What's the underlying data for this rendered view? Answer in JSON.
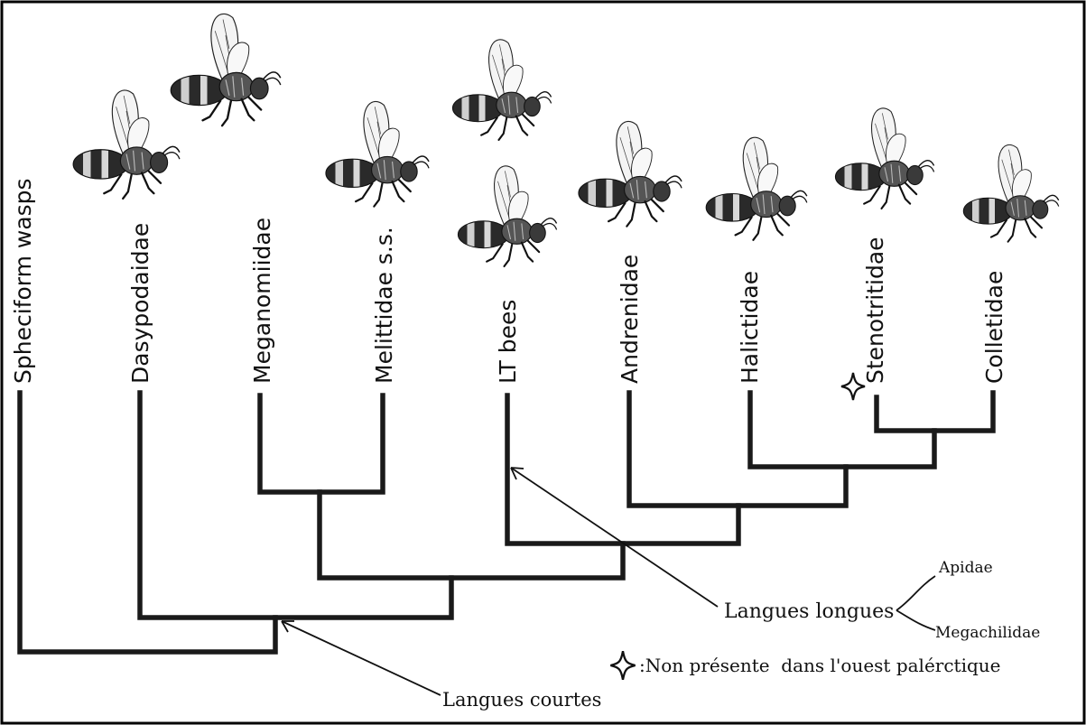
{
  "taxa": [
    "Spheciform wasps",
    "Dasypodaidae",
    "Meganomiidae",
    "Melittidae s.s.",
    "LT bees",
    "Andrenidae",
    "Halictidae",
    "Stenotritidae",
    "Colletidae"
  ],
  "annotations": {
    "short_tongues": "Langues courtes",
    "long_tongues": "Langues longues",
    "long_tongue_groups": [
      "Apidae",
      "Megachilidae"
    ],
    "star_legend": ":Non présente  dans l'ouest palérctique"
  },
  "marked_taxon": "Stenotritidae",
  "marker_icon": "four-point-star-icon",
  "colors": {
    "line": "#1a1a1a",
    "border": "#000000",
    "background": "#ffffff"
  }
}
